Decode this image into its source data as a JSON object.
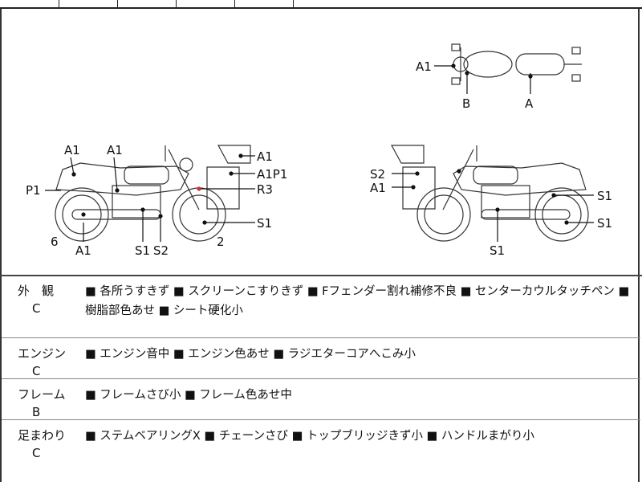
{
  "diagram": {
    "top_view": {
      "labels": [
        "A1",
        "B",
        "A"
      ]
    },
    "left_view": {
      "labels": [
        "A1",
        "A1",
        "A1",
        "A1P1",
        "P1",
        "R3",
        "6",
        "S1",
        "2",
        "A1",
        "S1",
        "S2"
      ]
    },
    "right_view": {
      "labels": [
        "S2",
        "A1",
        "S1",
        "S1",
        "S1"
      ]
    }
  },
  "sections": [
    {
      "category": "外　観",
      "grade": "C",
      "notes": "■ 各所うすきず ■ スクリーンこすりきず ■ Fフェンダー割れ補修不良 ■ センターカウルタッチペン ■ 樹脂部色あせ ■ シート硬化小"
    },
    {
      "category": "エンジン",
      "grade": "C",
      "notes": "■ エンジン音中 ■ エンジン色あせ ■ ラジエターコアへこみ小"
    },
    {
      "category": "フレーム",
      "grade": "B",
      "notes": "■ フレームさび小 ■ フレーム色あせ中"
    },
    {
      "category": "足まわり",
      "grade": "C",
      "notes": "■ ステムベアリングX ■ チェーンさび ■ トップブリッジきず小 ■ ハンドルまがり小"
    }
  ]
}
